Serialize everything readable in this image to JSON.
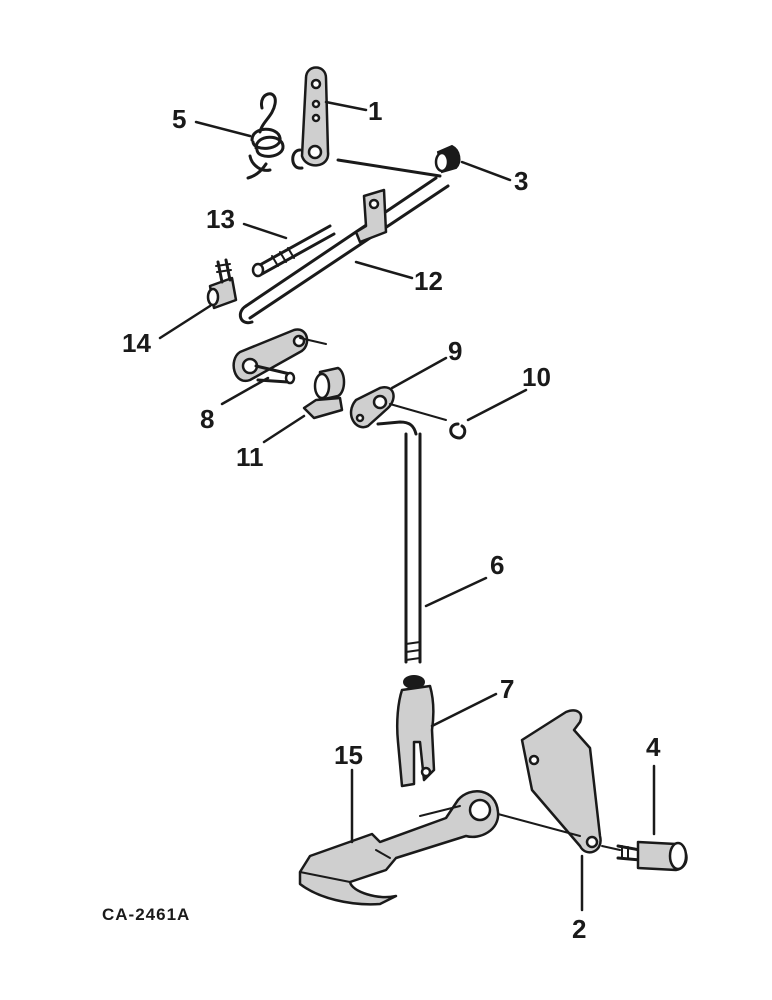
{
  "diagram_code": "CA-2461A",
  "callouts": {
    "c1": "1",
    "c2": "2",
    "c3": "3",
    "c4": "4",
    "c5": "5",
    "c6": "6",
    "c7": "7",
    "c8": "8",
    "c9": "9",
    "c10": "10",
    "c11": "11",
    "c12": "12",
    "c13": "13",
    "c14": "14",
    "c15": "15"
  }
}
